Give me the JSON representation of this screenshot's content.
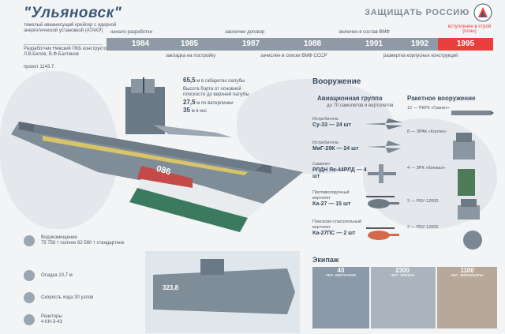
{
  "header": {
    "title": "\"Ульяновск\"",
    "subtitle": "тяжелый авианесущий крейсер с ядерной энергетической установкой (ATAKP)",
    "designers": "Разработчик Невский ПКБ конструкторы: Л.В.Белов, В.Ф.Бахтинов",
    "project": "проект 1143.7",
    "slogan": "ЗАЩИЩАТЬ РОССИЮ"
  },
  "timeline": {
    "years": [
      "1984",
      "1985",
      "1987",
      "1988",
      "1991",
      "1992",
      "1995"
    ],
    "labels_top": [
      "начало разработки",
      "заключен договор",
      "включен в состав ВМФ",
      "вступление в строй (план)"
    ],
    "labels_bottom": [
      "закладка на постройку",
      "зачислен в списки ВМФ СССР",
      "развертка корпусных конструкций"
    ],
    "colors": {
      "grey": "#8f9aa6",
      "red": "#e8403c"
    }
  },
  "ship_stats": [
    {
      "value": "65,5",
      "text": "м в габаритах палубы"
    },
    {
      "value": "",
      "text": "Высота борта от основной плоскости до верхней палубы"
    },
    {
      "value": "27,5",
      "text": "м по ватерлинии"
    },
    {
      "value": "35",
      "text": "м в кнс"
    }
  ],
  "hull_number": "086",
  "armament": {
    "title": "Вооружение",
    "aviation_title": "Авиационная группа",
    "aviation_note": "до 70 самолетов и вертолетов",
    "aircraft": [
      {
        "role": "Истребитель",
        "name": "Су-33 — 24 шт"
      },
      {
        "role": "Истребитель",
        "name": "МиГ-29К — 24 шт"
      },
      {
        "role": "Самолет",
        "name": "РЛДН Як-44РЛД — 4 шт"
      },
      {
        "role": "Противолодочный вертолет",
        "name": "Ка-27 — 15 шт"
      },
      {
        "role": "Поисково-спасательный вертолет",
        "name": "Ка-27ПС — 2 шт"
      }
    ],
    "missile_title": "Ракетное вооружение",
    "missiles": [
      "12 — ПКРК «Гранит»",
      "8 — ЗРАК «Кортик»",
      "4 — ЗРК «Кинжал»",
      "2 — РБУ-12000",
      "2 — РБУ-12000"
    ]
  },
  "specs": [
    {
      "label": "Водоизмещение",
      "value": "75 758 т полное 62 580 т стандартное"
    },
    {
      "label": "Осадка",
      "value": "10,7 м"
    },
    {
      "label": "Скорость",
      "value": "хода 30 узлов"
    },
    {
      "label": "Реакторы",
      "value": "4 КН-3-43"
    }
  ],
  "length_note": "323,8",
  "crew": {
    "title": "Экипаж",
    "groups": [
      {
        "value": "40",
        "text": "чел. вахтенная"
      },
      {
        "value": "2300",
        "text": "чел. экипаж"
      },
      {
        "value": "1100",
        "text": "чел. авиагруппы"
      }
    ]
  }
}
